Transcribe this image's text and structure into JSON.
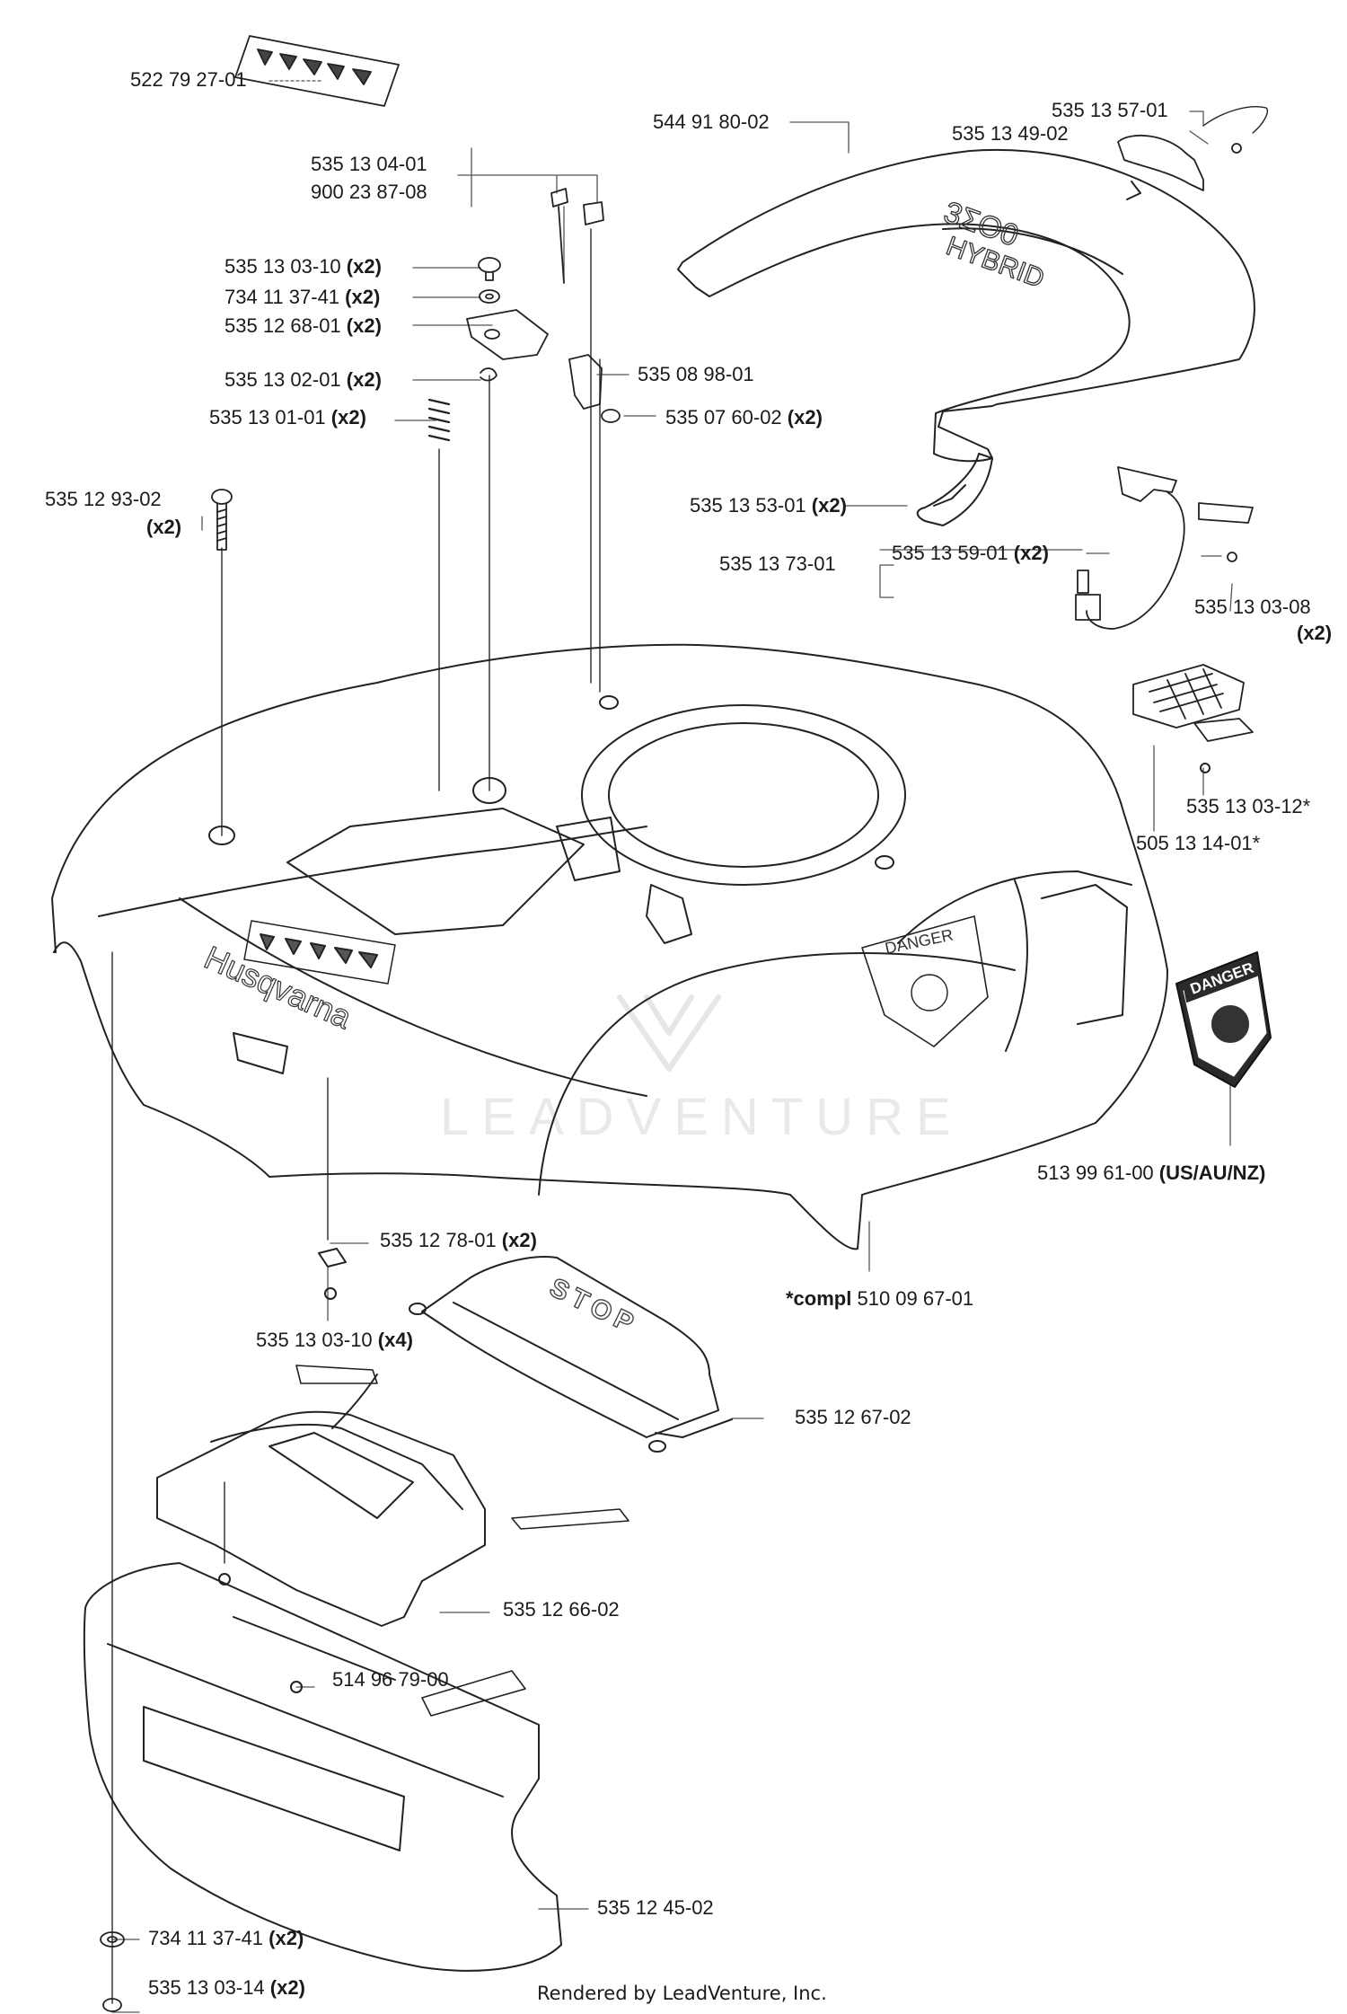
{
  "labels": [
    {
      "id": "l1",
      "num": "522 79 27-01",
      "qty": ""
    },
    {
      "id": "l2",
      "num": "544 91 80-02",
      "qty": ""
    },
    {
      "id": "l3",
      "num": "535 13 57-01",
      "qty": ""
    },
    {
      "id": "l4",
      "num": "535 13 49-02",
      "qty": ""
    },
    {
      "id": "l5",
      "num": "535 13 04-01",
      "qty": ""
    },
    {
      "id": "l6",
      "num": "900 23 87-08",
      "qty": ""
    },
    {
      "id": "l7",
      "num": "535 13 03-10",
      "qty": "(x2)"
    },
    {
      "id": "l8",
      "num": "734 11 37-41",
      "qty": "(x2)"
    },
    {
      "id": "l9",
      "num": "535 12 68-01",
      "qty": "(x2)"
    },
    {
      "id": "l10",
      "num": "535 13 02-01",
      "qty": "(x2)"
    },
    {
      "id": "l11",
      "num": "535 13 01-01",
      "qty": "(x2)"
    },
    {
      "id": "l12",
      "num": "535 08 98-01",
      "qty": ""
    },
    {
      "id": "l13",
      "num": "535 07 60-02",
      "qty": "(x2)"
    },
    {
      "id": "l14",
      "num": "535 12 93-02",
      "qty": ""
    },
    {
      "id": "l14b",
      "num": "",
      "qty": "(x2)"
    },
    {
      "id": "l15",
      "num": "535 13 53-01",
      "qty": "(x2)"
    },
    {
      "id": "l16",
      "num": "535 13 73-01",
      "qty": ""
    },
    {
      "id": "l17",
      "num": "535 13 59-01",
      "qty": "(x2)"
    },
    {
      "id": "l18",
      "num": "535 13 03-08",
      "qty": ""
    },
    {
      "id": "l18b",
      "num": "",
      "qty": "(x2)"
    },
    {
      "id": "l19",
      "num": "535 13 03-12*",
      "qty": ""
    },
    {
      "id": "l20",
      "num": "505 13 14-01*",
      "qty": ""
    },
    {
      "id": "l21",
      "num": "513 99 61-00",
      "qty": "(US/AU/NZ)"
    },
    {
      "id": "l22",
      "num": "510 09 67-01",
      "qty": "",
      "prefix": "*compl"
    },
    {
      "id": "l23",
      "num": "535 12 78-01",
      "qty": "(x2)"
    },
    {
      "id": "l24",
      "num": "535 13 03-10",
      "qty": "(x4)"
    },
    {
      "id": "l25",
      "num": "535 12 67-02",
      "qty": ""
    },
    {
      "id": "l26",
      "num": "535 12 66-02",
      "qty": ""
    },
    {
      "id": "l27",
      "num": "514 96 79-00",
      "qty": ""
    },
    {
      "id": "l28",
      "num": "535 12 45-02",
      "qty": ""
    },
    {
      "id": "l29",
      "num": "734 11 37-41",
      "qty": "(x2)"
    },
    {
      "id": "l30",
      "num": "535 13 03-14",
      "qty": "(x2)"
    }
  ],
  "decals": {
    "stop": "STOP",
    "danger_body": "DANGER",
    "danger_label": "DANGER",
    "brand": "Husqvarna"
  },
  "watermark": "LEADVENTURE",
  "footer": "Rendered by LeadVenture, Inc."
}
